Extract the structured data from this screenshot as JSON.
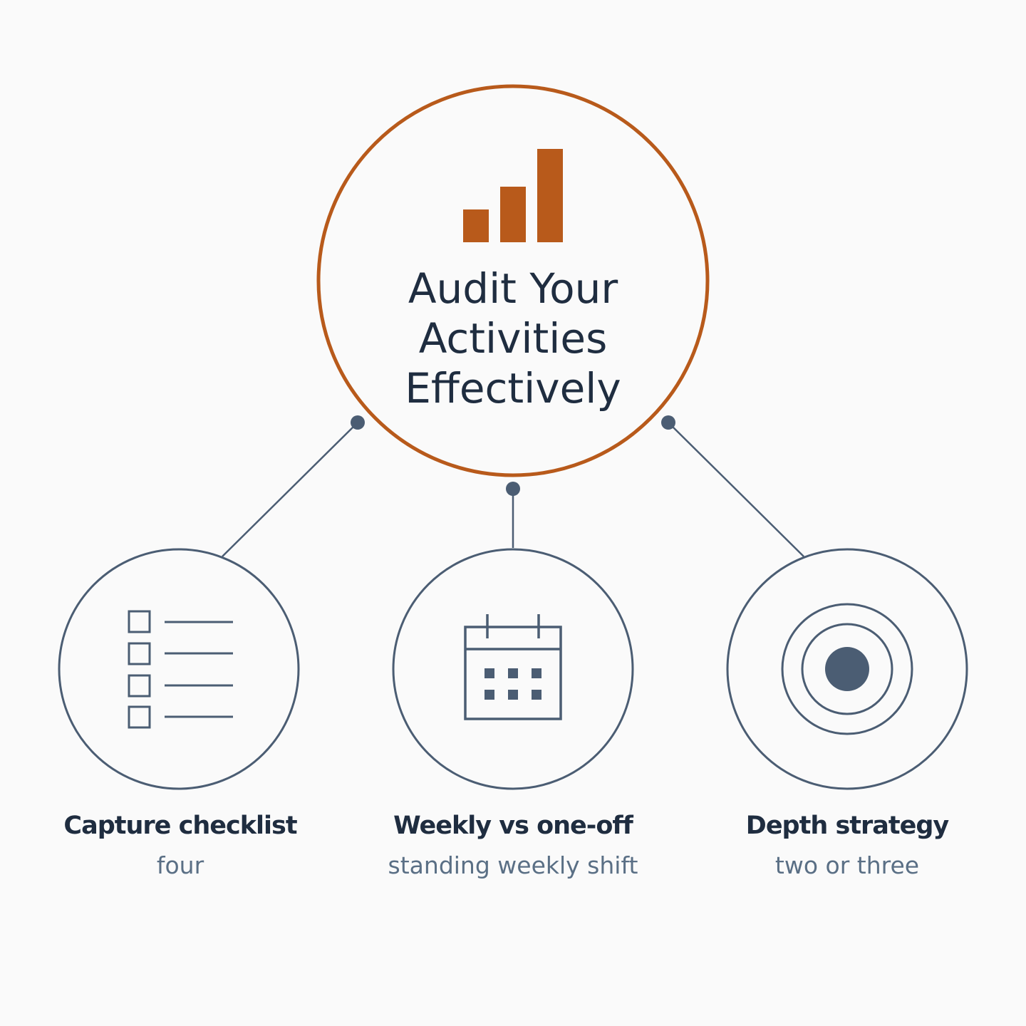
{
  "hub": {
    "title_lines": [
      "Audit Your",
      "Activities",
      "Effectively"
    ],
    "icon": "bar-chart-icon"
  },
  "nodes": [
    {
      "title": "Capture checklist",
      "subtitle": "four",
      "icon": "checklist-icon"
    },
    {
      "title": "Weekly vs one-off",
      "subtitle": "standing weekly shift",
      "icon": "calendar-icon"
    },
    {
      "title": "Depth strategy",
      "subtitle": "two or three",
      "icon": "target-icon"
    }
  ],
  "colors": {
    "accent": "#b85a1b",
    "stroke": "#4b5d73",
    "text_dark": "#1f2d40",
    "text_muted": "#5a6f85",
    "background": "#fafafa"
  }
}
